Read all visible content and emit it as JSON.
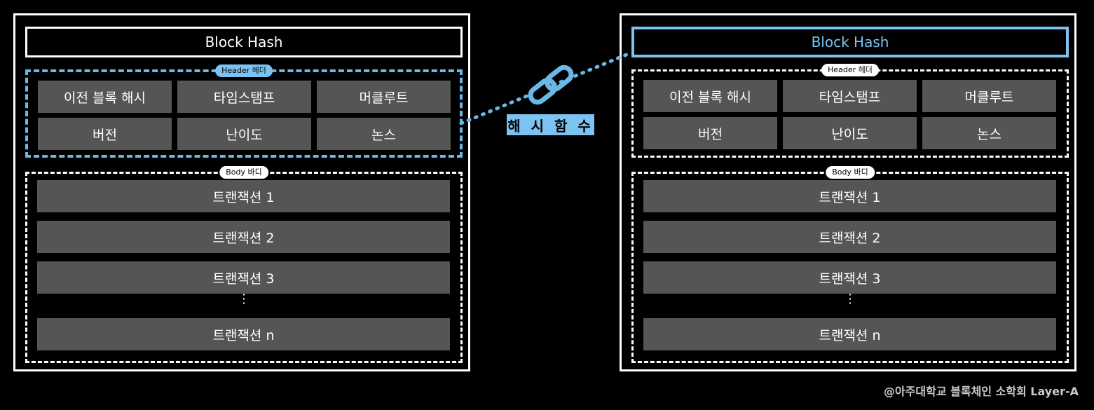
{
  "blocks": [
    {
      "block_hash": "Block Hash",
      "header_label": "Header 헤더",
      "header_fields": [
        "이전 블록 해시",
        "타임스탬프",
        "머클루트",
        "버전",
        "난이도",
        "논스"
      ],
      "body_label": "Body 바디",
      "transactions": [
        "트랜잭션 1",
        "트랜잭션 2",
        "트랜잭션 3",
        "트랜잭션 n"
      ],
      "ellipsis": "⋮"
    },
    {
      "block_hash": "Block Hash",
      "header_label": "Header 헤더",
      "header_fields": [
        "이전 블록 해시",
        "타임스탬프",
        "머클루트",
        "버전",
        "난이도",
        "논스"
      ],
      "body_label": "Body 바디",
      "transactions": [
        "트랜잭션 1",
        "트랜잭션 2",
        "트랜잭션 3",
        "트랜잭션 n"
      ],
      "ellipsis": "⋮"
    }
  ],
  "hash_function_label": "해 시 함 수",
  "credit": "@아주대학교 블록체인 소학회 Layer-A",
  "colors": {
    "accent": "#7cc3f2",
    "cell": "#555555",
    "background": "#000000"
  },
  "icons": {
    "link": "chain-link-icon"
  }
}
